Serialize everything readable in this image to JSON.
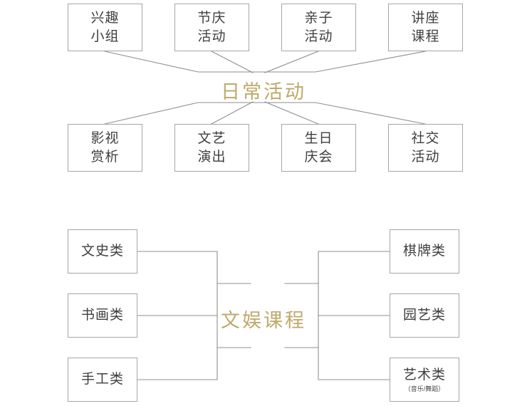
{
  "diagram": {
    "title_color": "#bfa96b",
    "box_border_color": "#a6a6a6",
    "connector_color": "#8f8f8f",
    "background_color": "#ffffff",
    "sections": [
      {
        "id": "daily-activities",
        "hub_label": "日常活动",
        "layout": "radial-vertical",
        "top_nodes": [
          {
            "line1": "兴趣",
            "line2": "小组"
          },
          {
            "line1": "节庆",
            "line2": "活动"
          },
          {
            "line1": "亲子",
            "line2": "活动"
          },
          {
            "line1": "讲座",
            "line2": "课程"
          }
        ],
        "bottom_nodes": [
          {
            "line1": "影视",
            "line2": "赏析"
          },
          {
            "line1": "文艺",
            "line2": "演出"
          },
          {
            "line1": "生日",
            "line2": "庆会"
          },
          {
            "line1": "社交",
            "line2": "活动"
          }
        ]
      },
      {
        "id": "entertainment-courses",
        "hub_label": "文娱课程",
        "layout": "bracket-horizontal",
        "left_nodes": [
          {
            "line1": "文史类",
            "line2": "",
            "sub": ""
          },
          {
            "line1": "书画类",
            "line2": "",
            "sub": ""
          },
          {
            "line1": "手工类",
            "line2": "",
            "sub": ""
          }
        ],
        "right_nodes": [
          {
            "line1": "棋牌类",
            "line2": "",
            "sub": ""
          },
          {
            "line1": "园艺类",
            "line2": "",
            "sub": ""
          },
          {
            "line1": "艺术类",
            "line2": "",
            "sub": "（音乐/舞蹈）"
          }
        ]
      }
    ]
  }
}
